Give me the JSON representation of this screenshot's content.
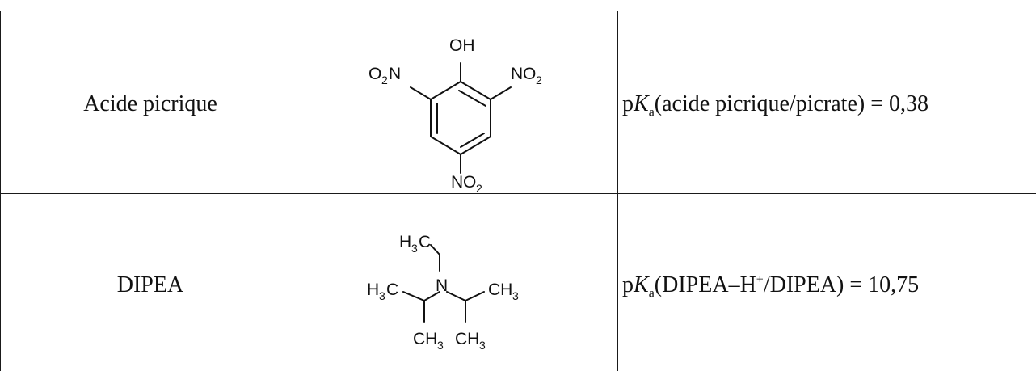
{
  "rows": [
    {
      "name": "Acide picrique",
      "structure": {
        "top": "OH",
        "left": "O",
        "left_sub": "2",
        "left_n": "N",
        "right_n": "N",
        "right": "O",
        "right_sub": "2",
        "bottom_n": "N",
        "bottom": "O",
        "bottom_sub": "2"
      },
      "pka": {
        "prefix": "p",
        "K": "K",
        "sub": "a",
        "body": "(acide picrique/picrate) = 0,38"
      }
    },
    {
      "name": "DIPEA",
      "structure": {
        "h3c_top_h": "H",
        "h3c_top_sub": "3",
        "h3c_top_c": "C",
        "h3c_left_h": "H",
        "h3c_left_sub": "3",
        "h3c_left_c": "C",
        "n": "N",
        "ch3_right_c": "CH",
        "ch3_right_sub": "3",
        "ch3_bl_c": "CH",
        "ch3_bl_sub": "3",
        "ch3_br_c": "CH",
        "ch3_br_sub": "3"
      },
      "pka": {
        "prefix": "p",
        "K": "K",
        "sub": "a",
        "body_start": "(DIPEA–H",
        "sup": "+",
        "body_end": "/DIPEA) = 10,75"
      }
    }
  ]
}
